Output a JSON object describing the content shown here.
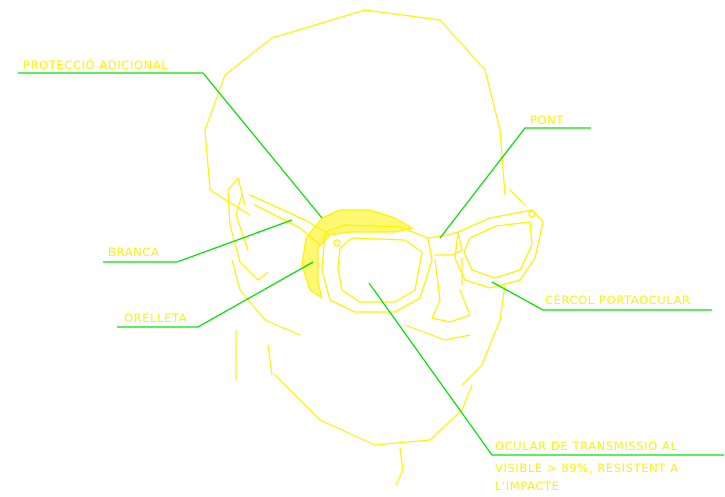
{
  "colors": {
    "background": "#ffffff",
    "drawing": "#FFF200",
    "leader": "#00E000"
  },
  "labels": {
    "proteccio": "PROTECCIÓ ADICIONAL",
    "pont": "PONT",
    "branca": "BRANCA",
    "cercol": "CÈRCOL PORTAOCULAR",
    "orelleta": "ORELLETA",
    "ocular_line1": "OCULAR DE TRANSMISSIÓ AL",
    "ocular_line2": "VISIBLE > 89%, RESISTENT A",
    "ocular_line3": "L'IMPACTE"
  }
}
